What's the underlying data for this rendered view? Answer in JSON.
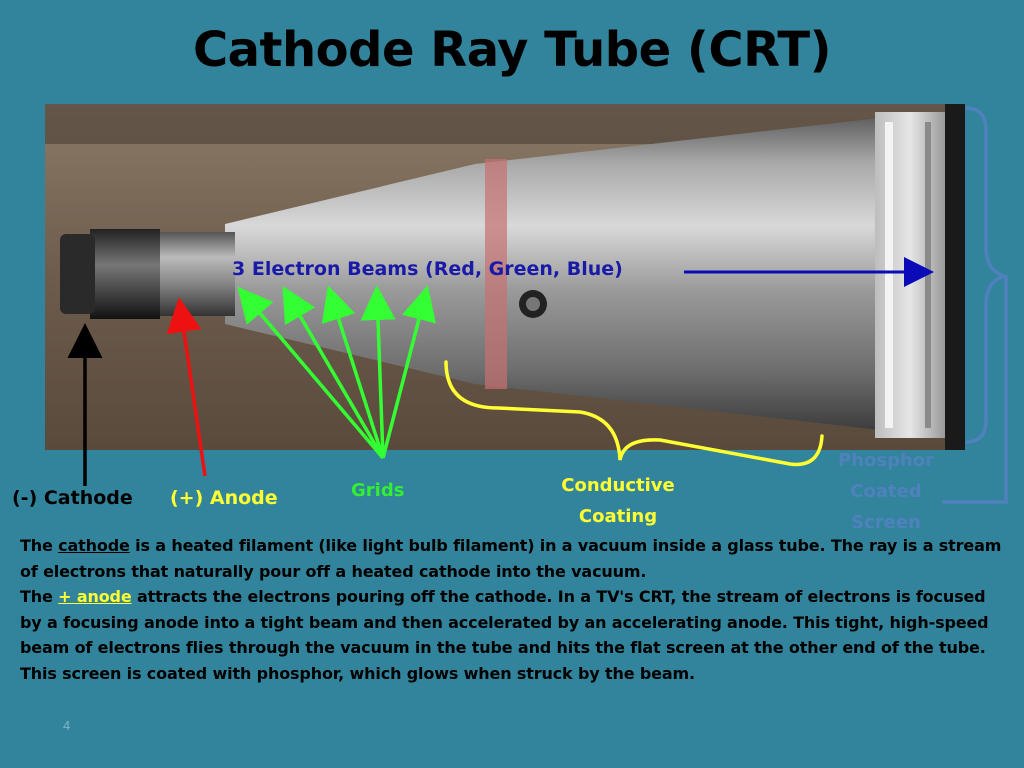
{
  "title": "Cathode Ray Tube (CRT)",
  "labels": {
    "beams": "3 Electron Beams (Red, Green, Blue)",
    "cathode": "(-) Cathode",
    "anode": "(+) Anode",
    "grids": "Grids",
    "conductive": "Conductive Coating",
    "phosphor": "Phosphor Coated Screen"
  },
  "description": {
    "p1_pre": "The ",
    "p1_term": "cathode",
    "p1_post": " is a heated filament (like light bulb filament) in a vacuum inside a glass tube. The ray is a stream of electrons that naturally pour off a heated cathode into the vacuum.",
    "p2_pre": "The ",
    "p2_term": "+ anode",
    "p2_post": " attracts the electrons pouring off the cathode. In a TV's CRT, the stream of electrons is focused by a focusing anode into a tight beam and then accelerated by an accelerating anode. This tight, high-speed beam of electrons flies through the vacuum in the tube and hits the flat screen at the other end of the tube. This screen is coated with phosphor, which glows when struck by the beam."
  },
  "slide_number": "4",
  "colors": {
    "background": "#31849b",
    "beam_label": "#1a1aa8",
    "anode": "#ffff33",
    "grids": "#33ee33",
    "phosphor": "#4f81bd"
  }
}
